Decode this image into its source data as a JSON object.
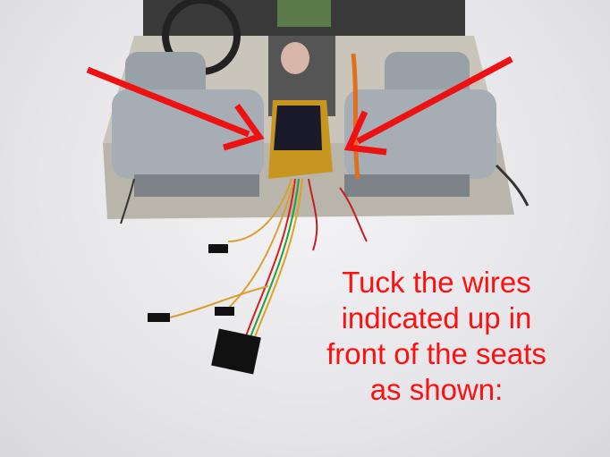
{
  "caption": {
    "lines": [
      "Tuck the wires",
      "indicated up in",
      "front of the seats",
      "as shown:"
    ],
    "color": "#ff1010"
  },
  "colors": {
    "arrow": "#ee1111",
    "seat": "#a4aab0",
    "box": "#c8961e",
    "base": "#b8b4a8"
  }
}
